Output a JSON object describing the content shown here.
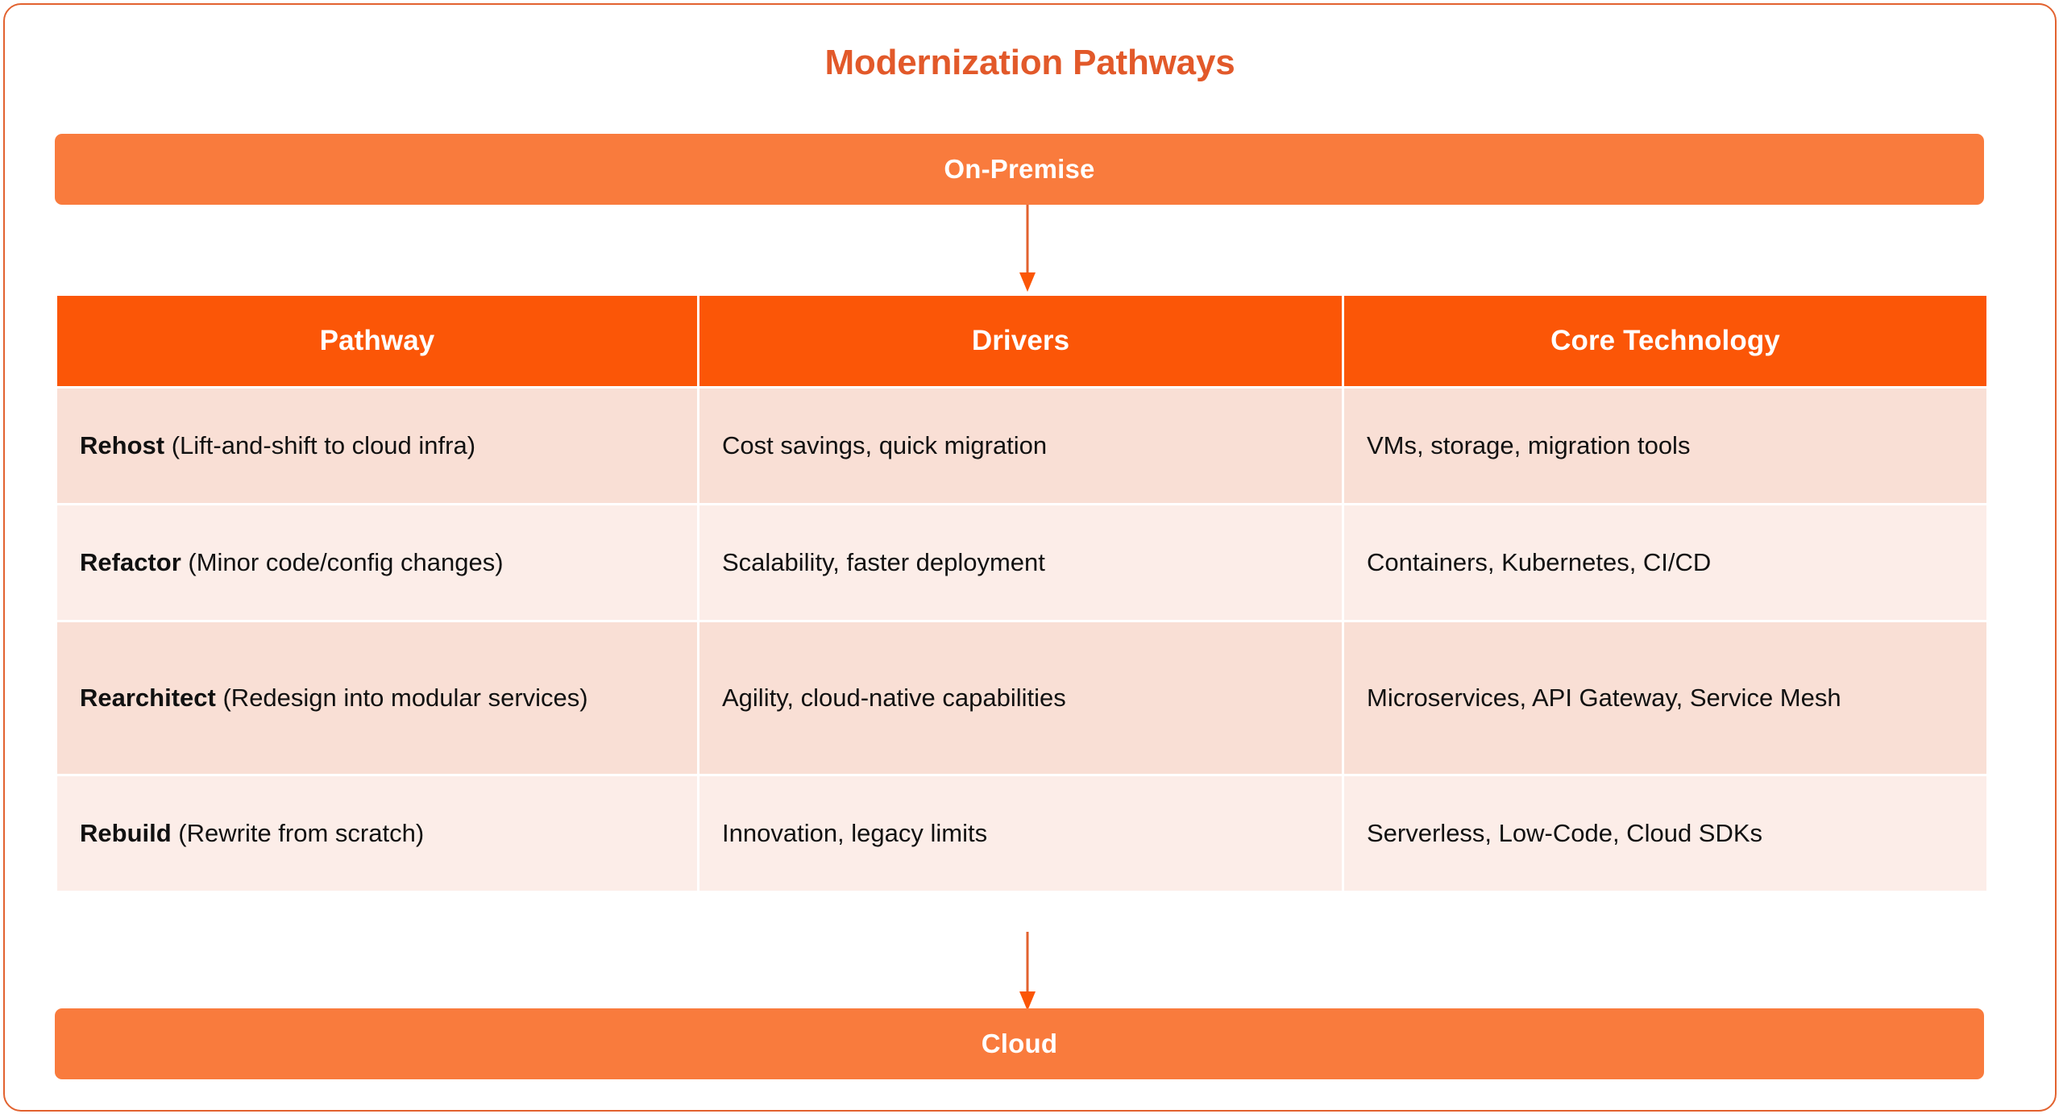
{
  "page": {
    "title": "Modernization Pathways",
    "accent_title_color": "#e2592a",
    "banner_color": "#f97b3d",
    "header_color": "#fb5607",
    "row_odd_color": "#f9dfd5",
    "row_even_color": "#fcede8",
    "border_color": "#e2622f"
  },
  "flow": {
    "source_label": "On-Premise",
    "target_label": "Cloud",
    "arrow_down_top": "arrow-down-icon",
    "arrow_down_bottom": "arrow-down-icon"
  },
  "table": {
    "headers": [
      "Pathway",
      "Drivers",
      "Core Technology"
    ],
    "rows": [
      {
        "pathway_name": "Rehost",
        "pathway_desc": "(Lift-and-shift to cloud infra)",
        "drivers": "Cost savings, quick migration",
        "core_technology": "VMs, storage, migration tools"
      },
      {
        "pathway_name": "Refactor",
        "pathway_desc": "(Minor code/config changes)",
        "drivers": "Scalability, faster deployment",
        "core_technology": "Containers, Kubernetes, CI/CD"
      },
      {
        "pathway_name": "Rearchitect",
        "pathway_desc": "(Redesign into modular services)",
        "drivers": "Agility, cloud-native capabilities",
        "core_technology": "Microservices, API Gateway, Service Mesh"
      },
      {
        "pathway_name": "Rebuild",
        "pathway_desc": "(Rewrite from scratch)",
        "drivers": "Innovation, legacy limits",
        "core_technology": "Serverless, Low-Code, Cloud SDKs"
      }
    ]
  }
}
